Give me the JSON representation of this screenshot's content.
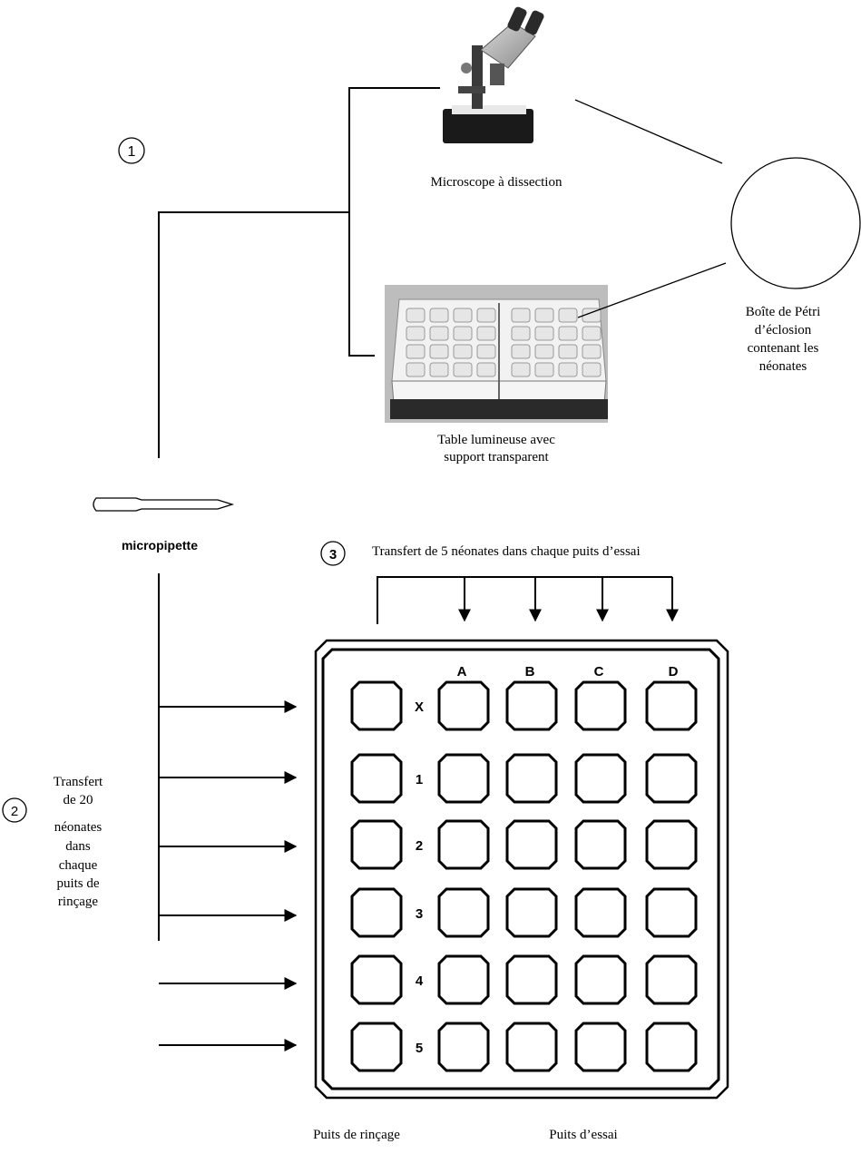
{
  "steps": {
    "step1": "1",
    "step2": "2",
    "step3": "3"
  },
  "labels": {
    "microscope": "Microscope à dissection",
    "light_table_line1": "Table lumineuse avec",
    "light_table_line2": "support transparent",
    "petri_line1": "Boîte de Pétri",
    "petri_line2": "d’éclosion",
    "petri_line3": "contenant les",
    "petri_line4": "néonates",
    "micropipette": "micropipette",
    "transfer_5": "Transfert de 5 néonates dans chaque puits d’essai",
    "transfer_20": [
      "Transfert",
      "de 20",
      "néonates",
      "dans",
      "chaque",
      "puits de",
      "rinçage"
    ],
    "rinse_wells": "Puits de rinçage",
    "test_wells": "Puits d’essai"
  },
  "plate": {
    "columns": [
      "A",
      "B",
      "C",
      "D"
    ],
    "rows": [
      "X",
      "1",
      "2",
      "3",
      "4",
      "5"
    ]
  }
}
